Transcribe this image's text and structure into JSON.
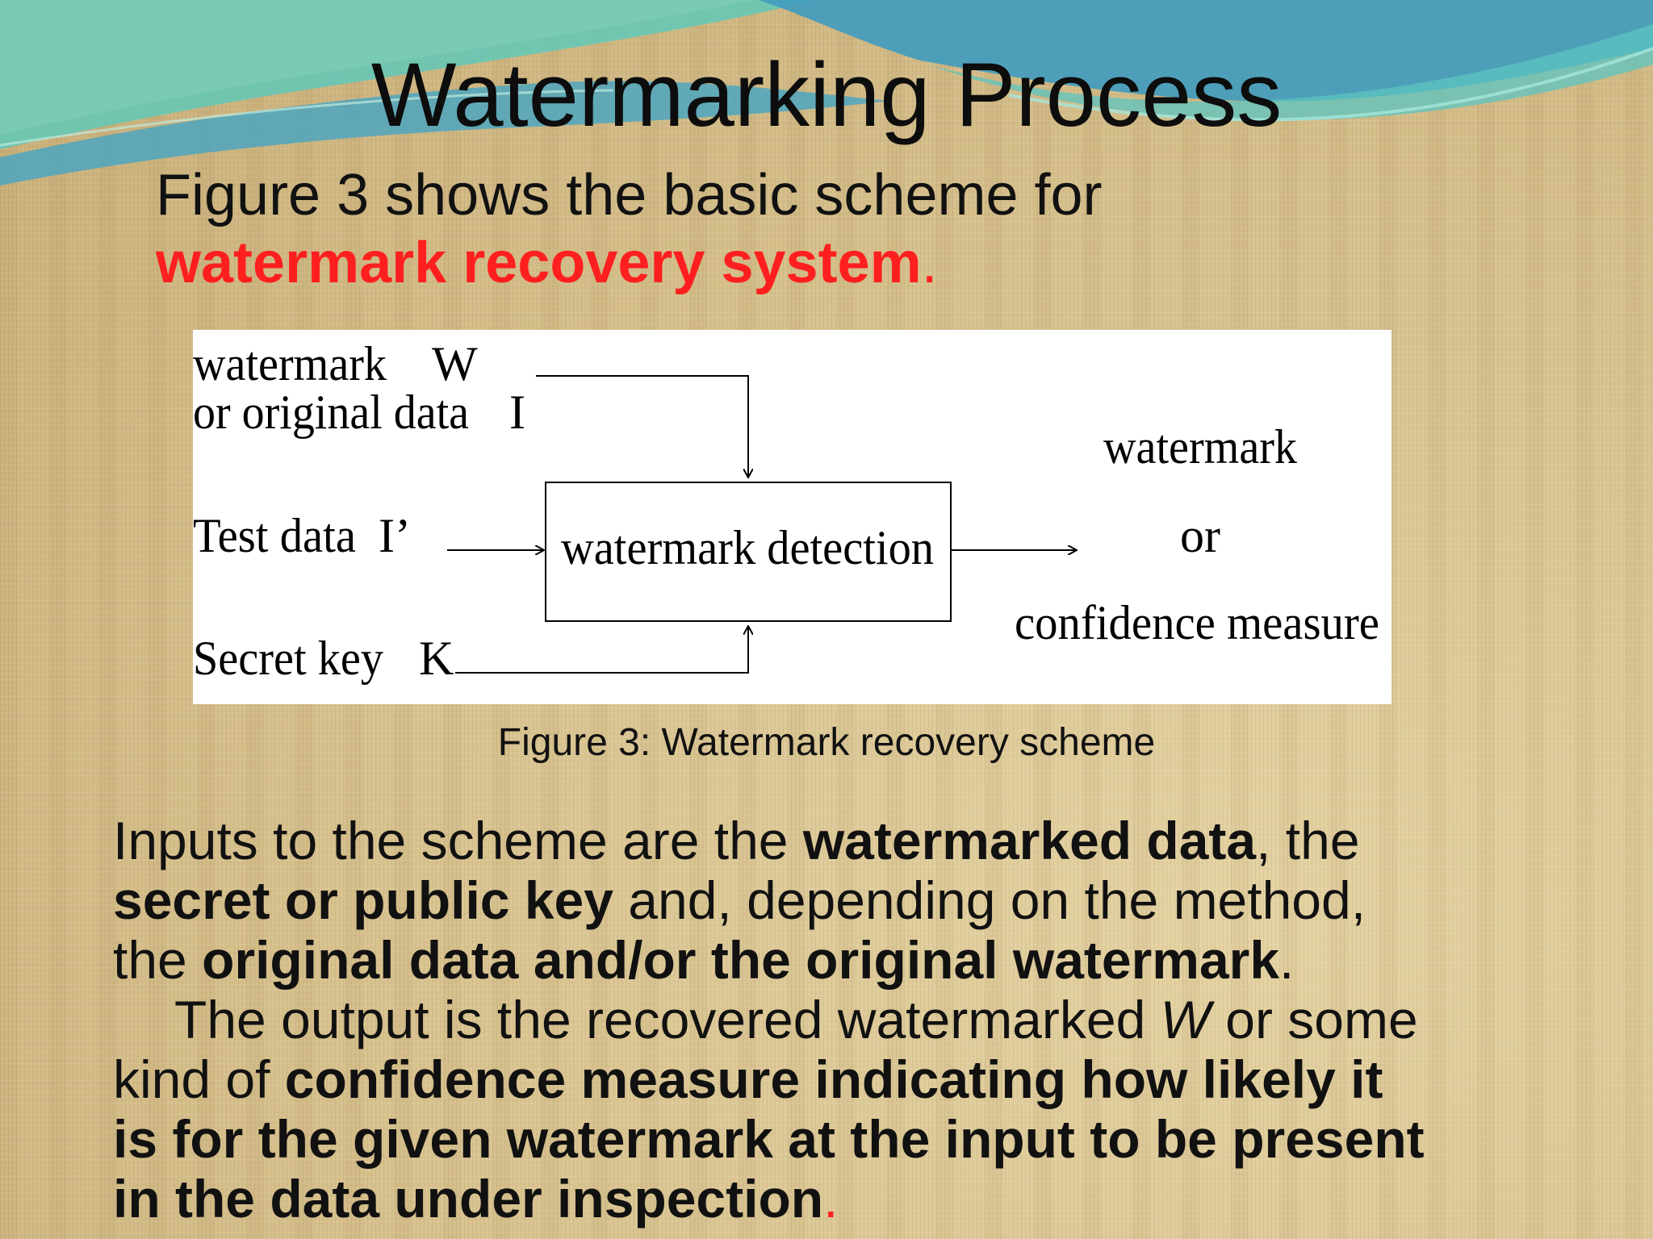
{
  "slide": {
    "title": "Watermarking Process",
    "intro": {
      "lead": "Figure 3 shows the basic scheme for",
      "highlight": "watermark recovery system",
      "end": "."
    },
    "caption": "Figure 3: Watermark recovery scheme",
    "body": {
      "p1_a": "Inputs to the scheme are the ",
      "p1_b": "watermarked data",
      "p1_c": ", the",
      "p1_d": "secret or public key",
      "p1_e": " and, depending on the method,",
      "p1_f": "the ",
      "p1_g": "original data and/or the original watermark",
      "p1_h": ".",
      "p2_a": "The output is the recovered watermarked ",
      "p2_b": "W",
      "p2_c": " or some",
      "p2_d": "kind of ",
      "p2_e": "confidence measure indicating how likely it",
      "p2_f": "is for the given watermark at the input to be present",
      "p2_g": "in the data under inspection",
      "p2_h": "."
    }
  },
  "diagram": {
    "input_watermark_label": "watermark",
    "input_watermark_symbol": "W",
    "input_original_label": "or original data",
    "input_original_symbol": "I",
    "input_test_label": "Test data",
    "input_test_symbol": "I’",
    "input_key_label": "Secret key",
    "input_key_symbol": "K",
    "process_label": "watermark detection",
    "output_line1": "watermark",
    "output_line2": "or",
    "output_line3": "confidence measure"
  },
  "colors": {
    "highlight": "#ff1f1f",
    "figure_background": "#ffffff",
    "swoosh_teal": "#5bbfb1",
    "swoosh_blue": "#3f8fb5"
  }
}
